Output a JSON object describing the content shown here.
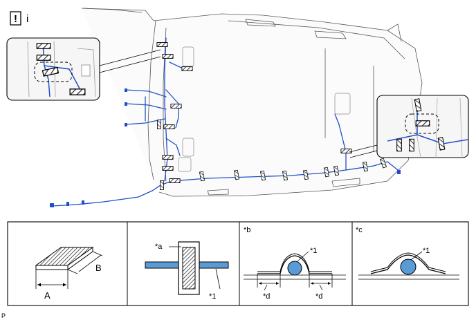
{
  "header": {
    "caution_mark": "!",
    "info_mark": "i"
  },
  "panels": {
    "dimensions": {
      "label_a": "A",
      "label_b": "B"
    },
    "panel_a": {
      "tag": "*a",
      "callout": "*1"
    },
    "panel_b": {
      "tag": "*b",
      "callout": "*1",
      "dim_left": "*d",
      "dim_right": "*d"
    },
    "panel_c": {
      "tag": "*c",
      "callout": "*1"
    }
  },
  "footer": {
    "corner_label": "P"
  },
  "colors": {
    "harness": "#1f4fc8",
    "wire_fill": "#5b9bd5",
    "outline": "#000000",
    "tape_hatch": "#333333"
  }
}
